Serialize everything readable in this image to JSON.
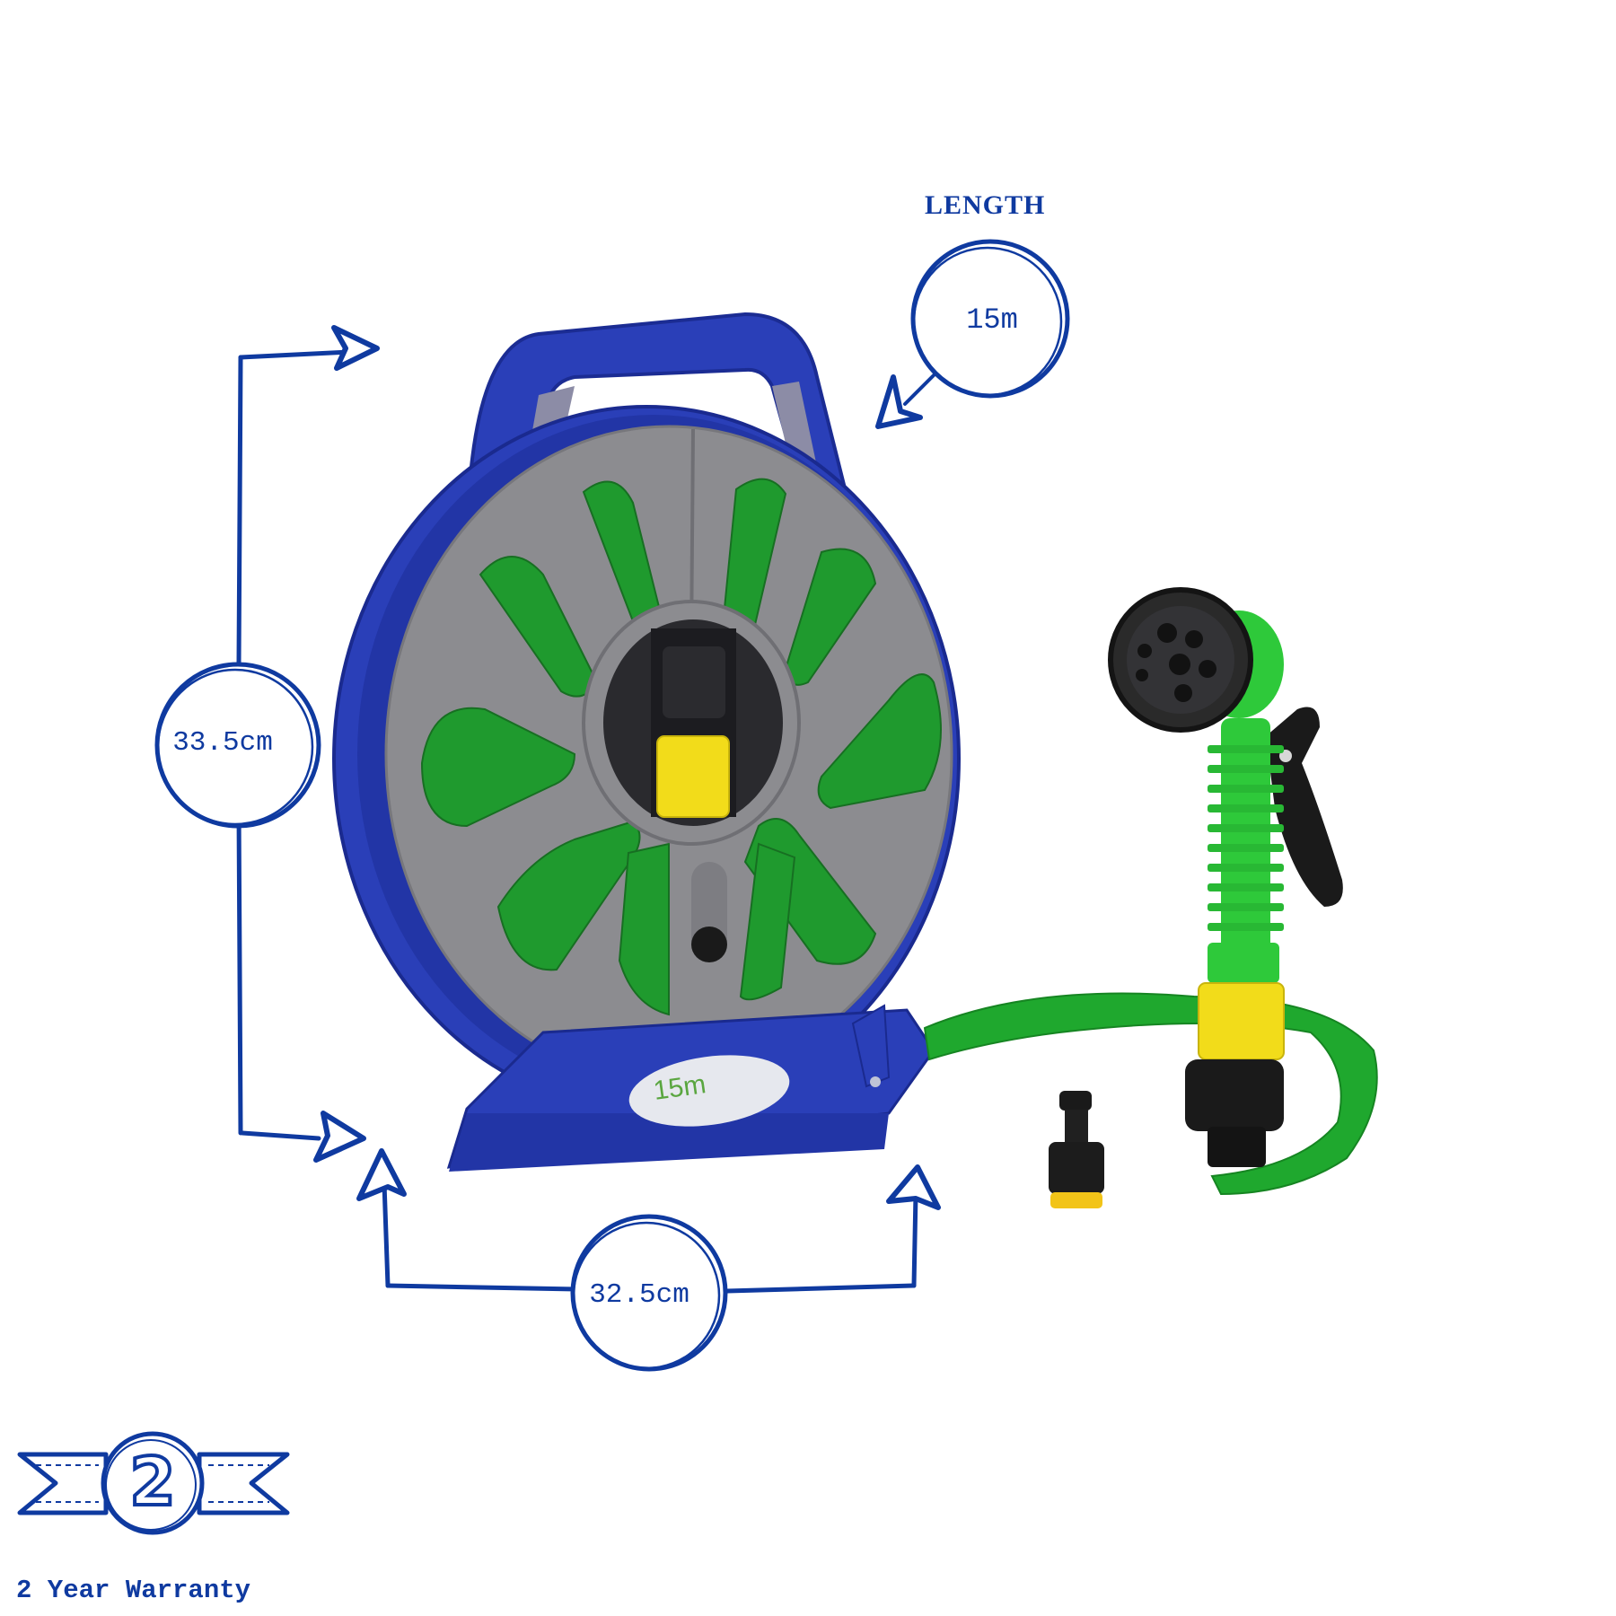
{
  "product": {
    "name": "Flat hose reel with spray nozzle",
    "reel_sticker_label": "15m",
    "colors": {
      "reel_frame": "#2a3fb8",
      "reel_disc": "#8c8c90",
      "hose": "#1f9a2e",
      "nozzle_green": "#2ec93a",
      "connector_yellow": "#f2dc1a",
      "annotation_blue": "#0f3aa0"
    },
    "parts": [
      "hose-reel",
      "flat-hose",
      "spray-nozzle",
      "tap-connector",
      "hose-connector"
    ]
  },
  "dimensions": {
    "length": {
      "heading": "LENGTH",
      "value": "15m"
    },
    "height": {
      "value": "33.5cm"
    },
    "width": {
      "value": "32.5cm"
    }
  },
  "warranty": {
    "badge_number": "2",
    "text": "2 Year Warranty"
  }
}
